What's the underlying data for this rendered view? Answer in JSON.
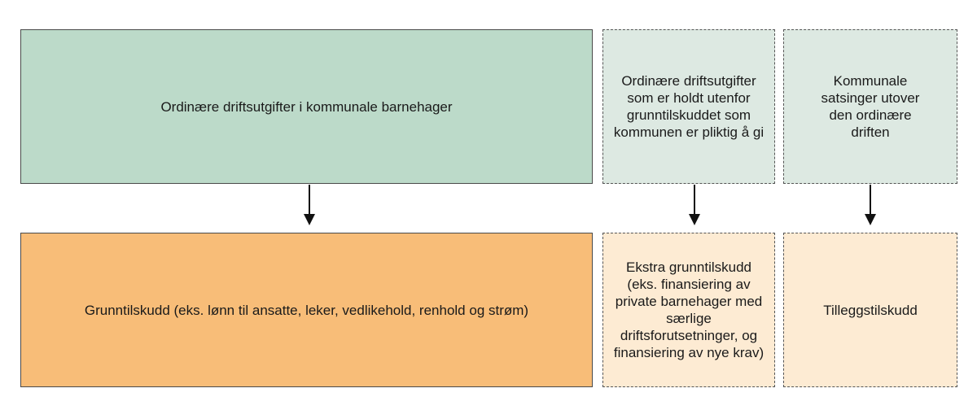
{
  "top_row": {
    "main": "Ordinære driftsutgifter i kommunale barnehager",
    "middle": "Ordinære driftsutgifter som er holdt utenfor grunntilskuddet som kommunen er pliktig å gi",
    "right": "Kommunale satsinger utover den ordinære driften"
  },
  "bottom_row": {
    "main": "Grunntilskudd (eks. lønn til ansatte, leker, vedlikehold, renhold og strøm)",
    "middle": "Ekstra grunntilskudd (eks. finansiering av private barnehager med særlige driftsforutsetninger, og finansiering av nye krav)",
    "right": "Tilleggstilskudd"
  },
  "colors": {
    "top_main_fill": "#bcdac9",
    "top_side_fill": "#dde9e2",
    "bottom_main_fill": "#f8bd78",
    "bottom_side_fill": "#fdebd3",
    "arrow": "#111111"
  }
}
